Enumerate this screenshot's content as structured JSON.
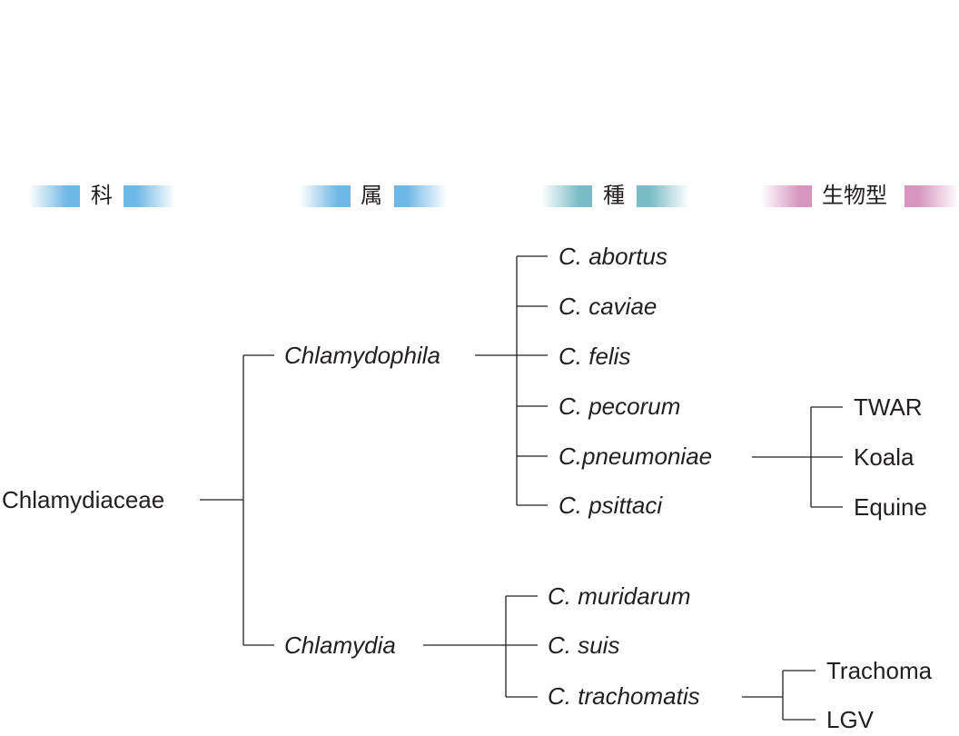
{
  "headers": [
    {
      "label": "科",
      "color": "#6fb7e6"
    },
    {
      "label": "属",
      "color": "#6fb7e6"
    },
    {
      "label": "種",
      "color": "#79bcc6"
    },
    {
      "label": "生物型",
      "color": "#d795bf"
    }
  ],
  "family": "Chlamydiaceae",
  "genera": [
    {
      "name": "Chlamydophila",
      "species": [
        "C. abortus",
        "C. caviae",
        "C. felis",
        "C. pecorum",
        "C.pneumoniae",
        "C. psittaci"
      ]
    },
    {
      "name": "Chlamydia",
      "species": [
        "C. muridarum",
        "C. suis",
        "C. trachomatis"
      ]
    }
  ],
  "biovars": {
    "pneumoniae": [
      "TWAR",
      "Koala",
      "Equine"
    ],
    "trachomatis": [
      "Trachoma",
      "LGV"
    ]
  }
}
